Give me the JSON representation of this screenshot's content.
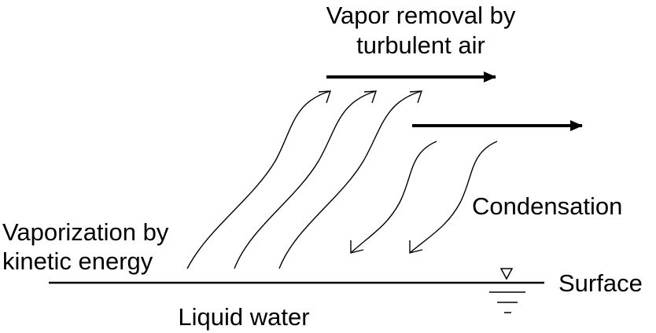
{
  "labels": {
    "vapor_removal_line1": "Vapor removal by",
    "vapor_removal_line2": "turbulent air",
    "condensation": "Condensation",
    "vaporization_line1": "Vaporization by",
    "vaporization_line2": "kinetic energy",
    "surface": "Surface",
    "liquid_water": "Liquid water"
  },
  "colors": {
    "stroke": "#000000",
    "background": "#ffffff"
  },
  "icons": {
    "water_level": "water-surface-triangle-icon"
  }
}
